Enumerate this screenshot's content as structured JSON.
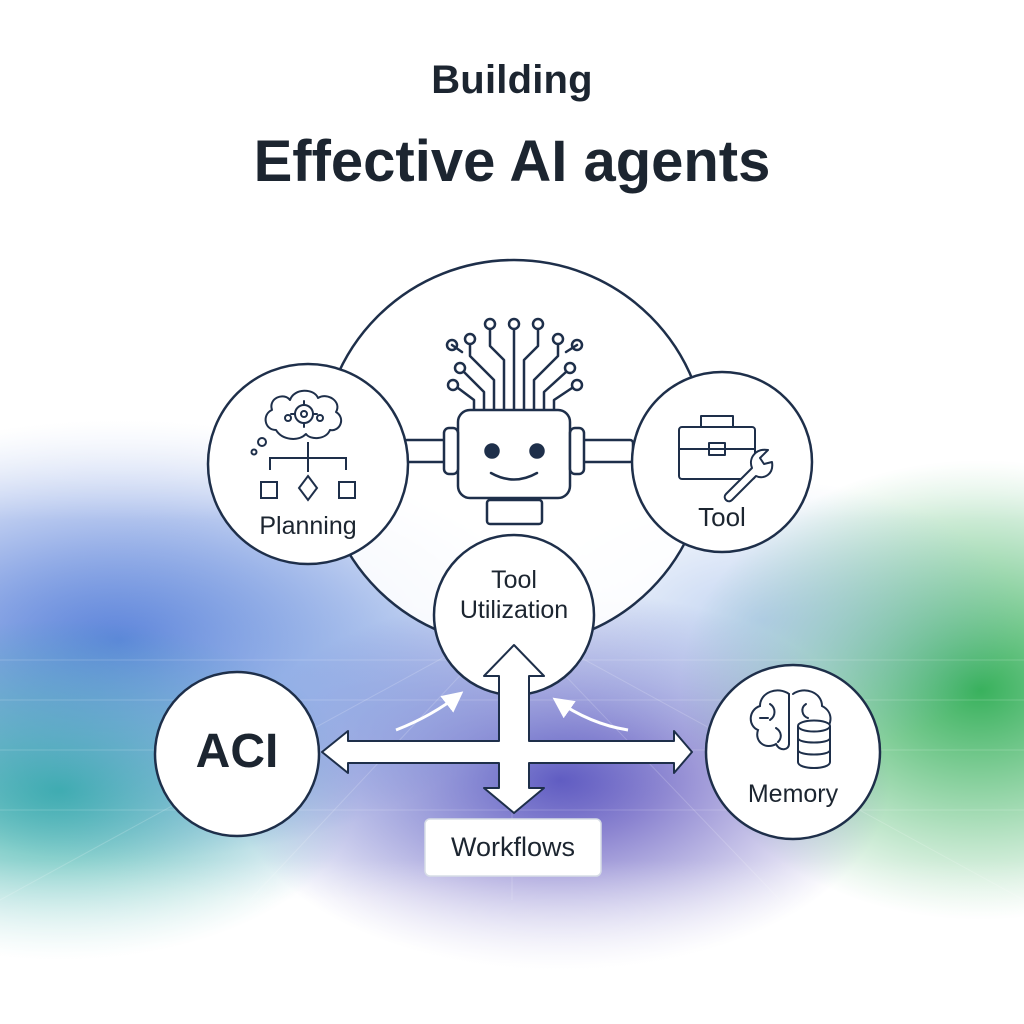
{
  "header": {
    "kicker": "Building",
    "title": "Effective AI agents"
  },
  "nodes": {
    "planning": "Planning",
    "tool": "Tool",
    "tool_utilization_line1": "Tool",
    "tool_utilization_line2": "Utilization",
    "aci": "ACI",
    "memory": "Memory",
    "workflows": "Workflows"
  },
  "icons": [
    "robot-icon",
    "thought-cloud-icon",
    "flowchart-icon",
    "toolbox-icon",
    "wrench-icon",
    "brain-icon",
    "database-icon",
    "arrow-icon"
  ],
  "colors": {
    "stroke": "#1e2f4a",
    "text": "#1c2530",
    "blue_glow": "#3a6fd1",
    "teal_glow": "#17a3a0",
    "green_glow": "#2dae4f",
    "purple_glow": "#4a3ab8"
  }
}
